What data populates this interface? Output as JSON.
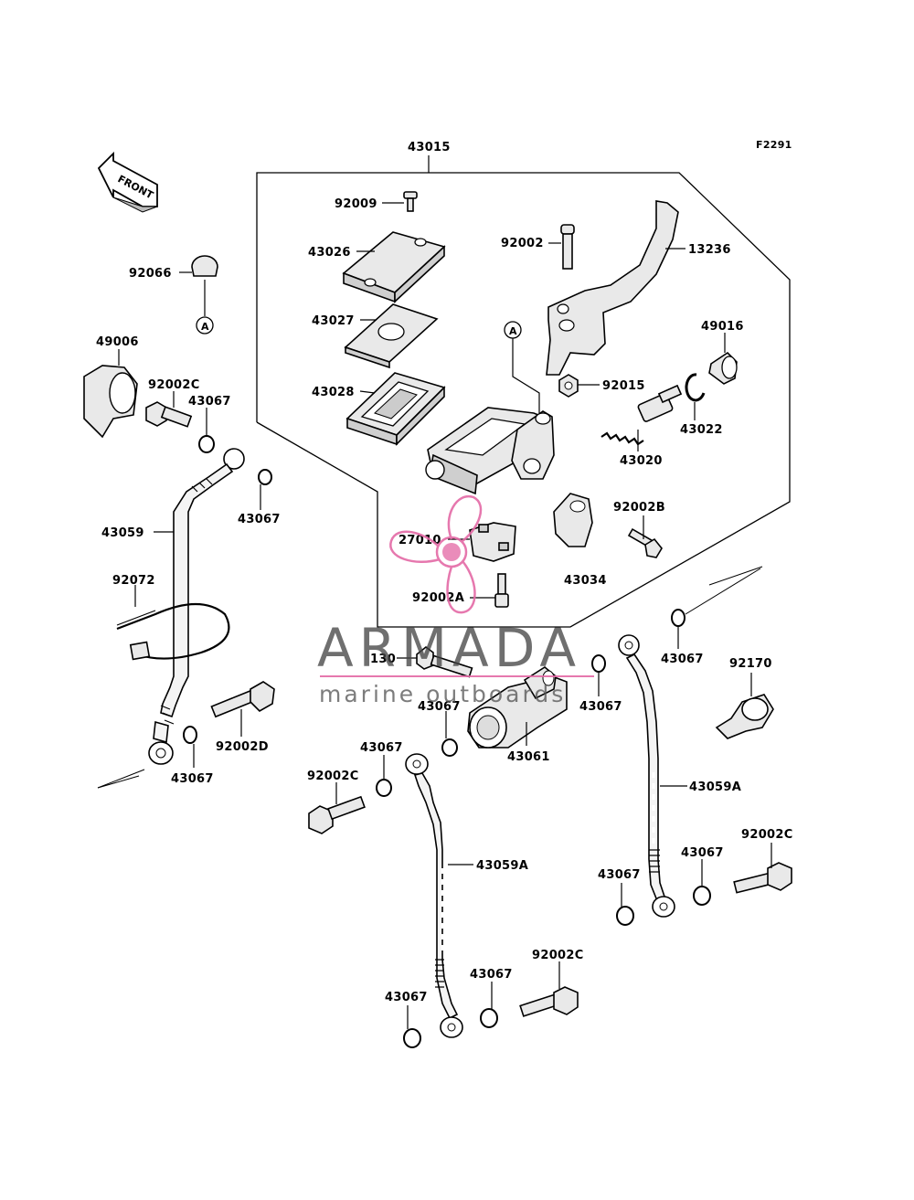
{
  "diagram": {
    "code": "F2291",
    "front_label": "FRONT",
    "ref_marker": "A",
    "labels": {
      "assembly": "43015",
      "screw": "92009",
      "cap": "43026",
      "plate": "43027",
      "diaphragm": "43028",
      "pivot_bolt": "92002",
      "lever": "13236",
      "nut": "92015",
      "boot": "49016",
      "circlip": "43022",
      "piston_kit": "43020",
      "bolt_b": "92002B",
      "cap_plug": "92066",
      "cover": "49006",
      "banjo_bolt_tl": "92002C",
      "washer_tl1": "43067",
      "washer_tl2": "43067",
      "hose_main": "43059",
      "clamp": "92072",
      "switch": "27010",
      "bolt_a": "92002A",
      "holder": "43034",
      "washer_r1": "43067",
      "bracket": "92170",
      "bolt_130": "130",
      "washer_m1": "43067",
      "washer_m2": "43067",
      "joint": "43061",
      "bolt_d": "92002D",
      "washer_bl": "43067",
      "washer_m3": "43067",
      "bolt_c_mid": "92002C",
      "hose_a_right": "43059A",
      "bolt_c_right": "92002C",
      "washer_r2": "43067",
      "washer_r3": "43067",
      "hose_a_mid": "43059A",
      "bolt_c_bottom": "92002C",
      "washer_b1": "43067",
      "washer_b2": "43067"
    }
  },
  "watermark": {
    "brand": "ARMADA",
    "tagline": "marine outboards",
    "color": "#e46aa6"
  }
}
